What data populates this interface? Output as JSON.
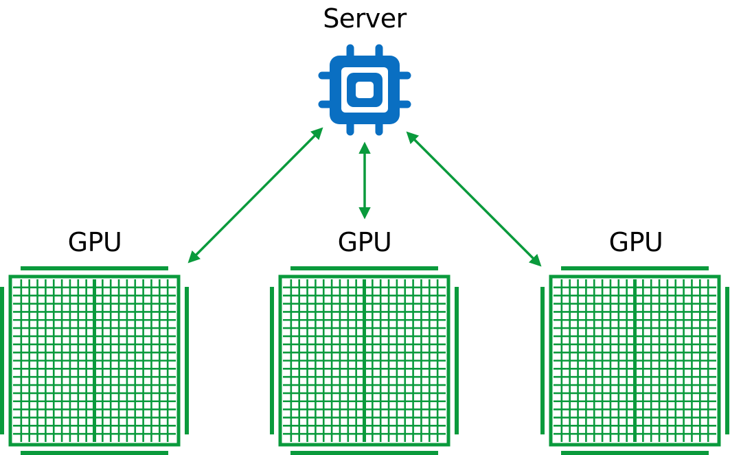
{
  "diagram": {
    "server": {
      "label": "Server",
      "icon": "cpu-chip-icon"
    },
    "gpus": [
      {
        "label": "GPU",
        "icon": "gpu-grid-icon"
      },
      {
        "label": "GPU",
        "icon": "gpu-grid-icon"
      },
      {
        "label": "GPU",
        "icon": "gpu-grid-icon"
      }
    ],
    "connections": [
      {
        "from": "server",
        "to": "gpu-1",
        "type": "bidirectional"
      },
      {
        "from": "server",
        "to": "gpu-2",
        "type": "bidirectional"
      },
      {
        "from": "server",
        "to": "gpu-3",
        "type": "bidirectional"
      }
    ]
  },
  "colors": {
    "server_blue": "#0a6fc2",
    "gpu_green": "#0a9a3c",
    "arrow_green": "#0a9a3c",
    "text": "#000000",
    "background": "#ffffff"
  }
}
